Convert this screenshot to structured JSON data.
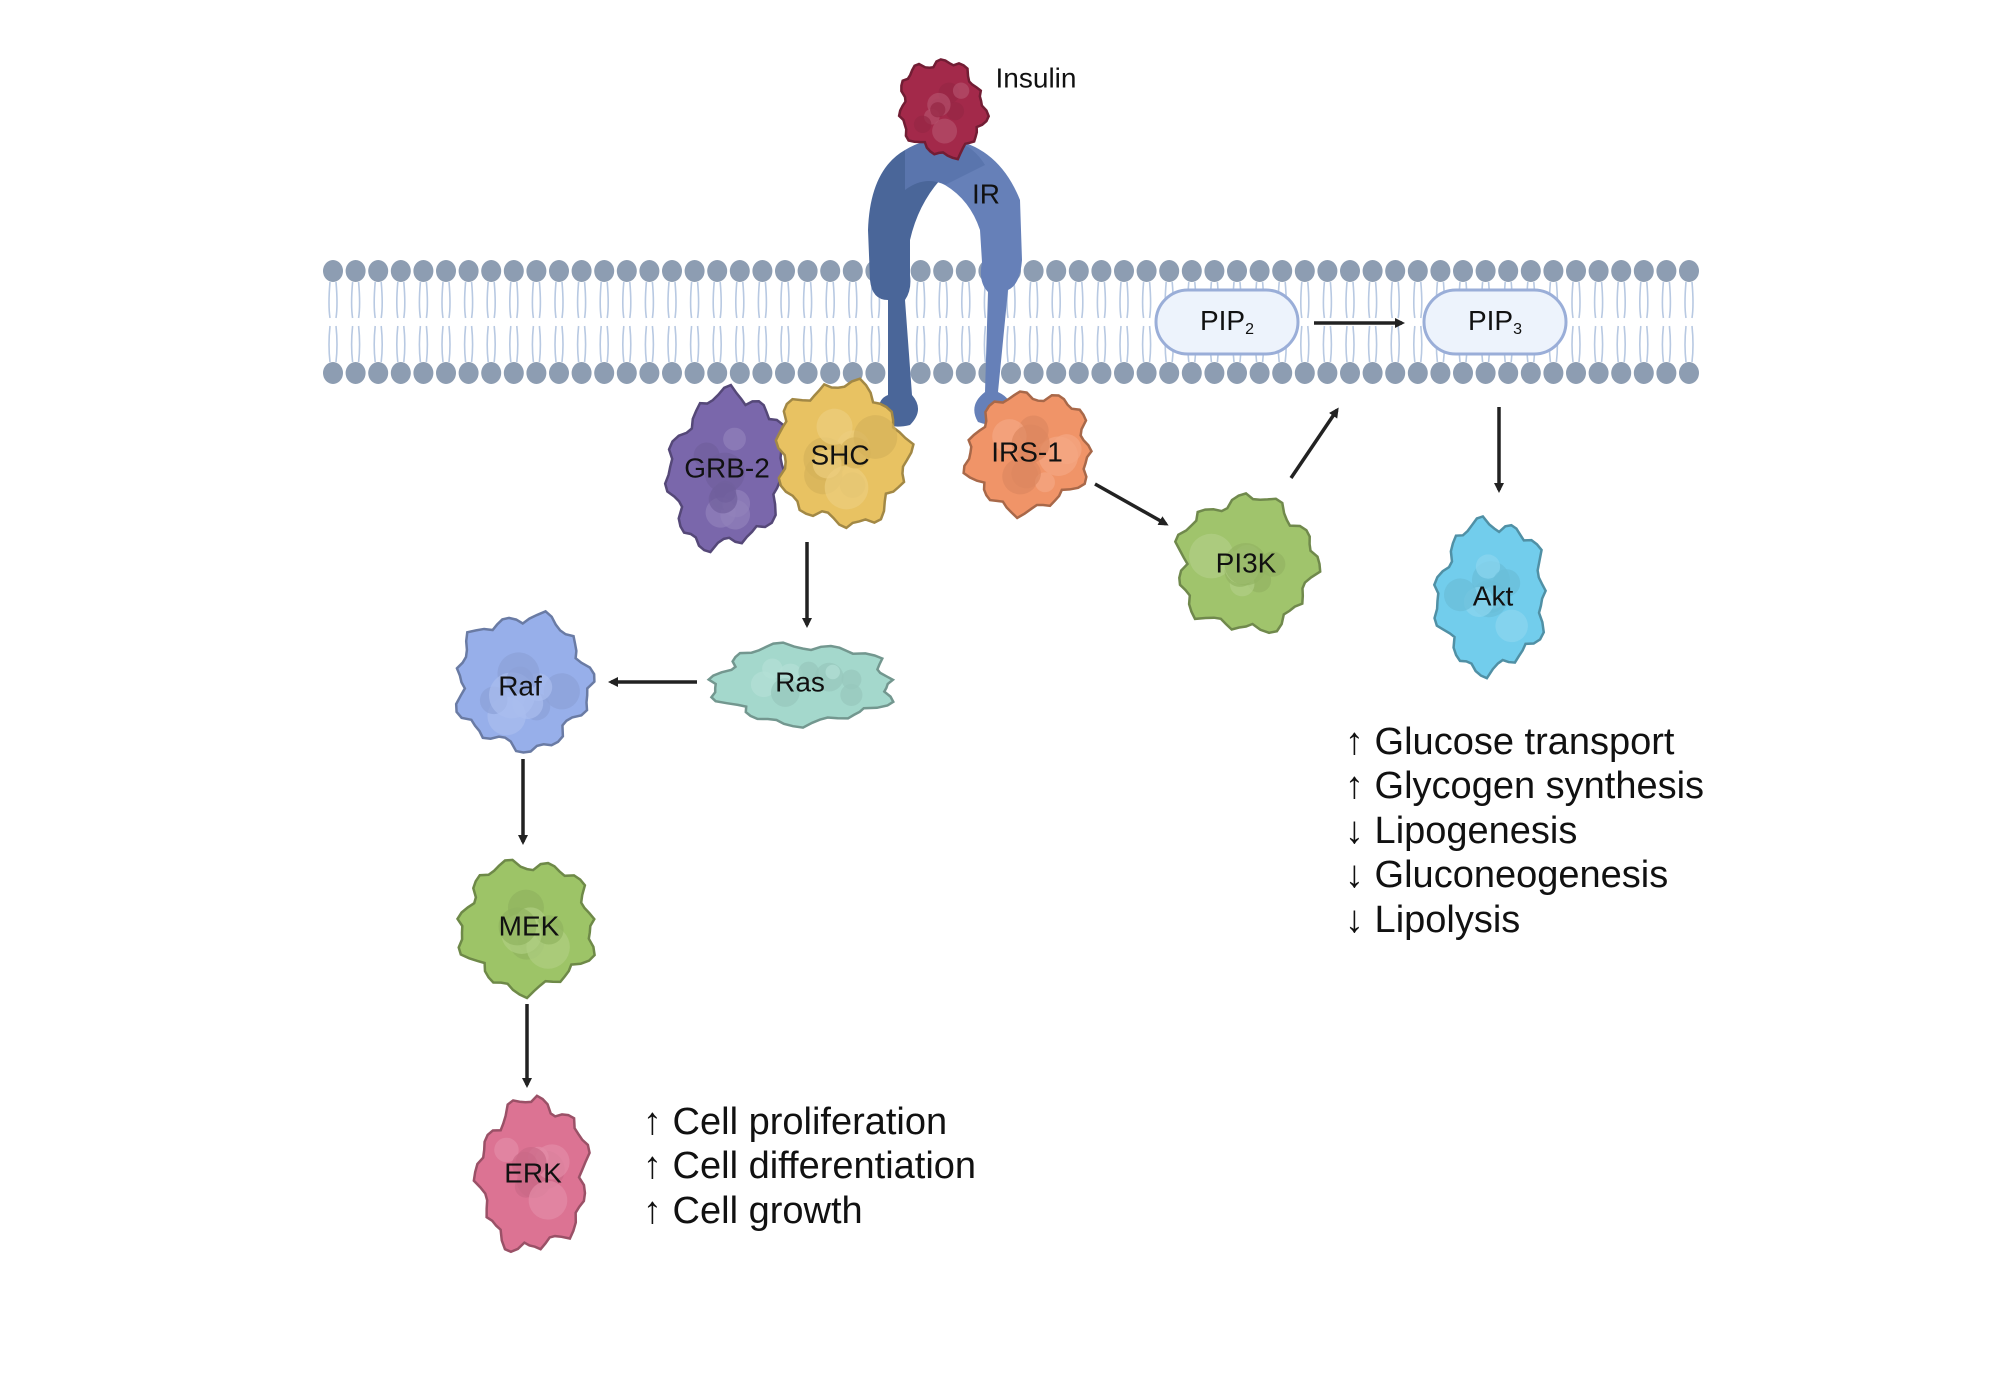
{
  "labels": {
    "insulin": "Insulin",
    "ir": "IR",
    "pip2": "PIP",
    "pip2_sub": "2",
    "pip3": "PIP",
    "pip3_sub": "3",
    "grb2": "GRB-2",
    "shc": "SHC",
    "irs1": "IRS-1",
    "pi3k": "PI3K",
    "akt": "Akt",
    "ras": "Ras",
    "raf": "Raf",
    "mek": "MEK",
    "erk": "ERK"
  },
  "akt_effects": [
    "↑ Glucose transport",
    "↑ Glycogen synthesis",
    "↓ Lipogenesis",
    "↓ Gluconeogenesis",
    "↓ Lipolysis"
  ],
  "erk_effects": [
    "↑ Cell proliferation",
    "↑ Cell differentiation",
    "↑ Cell growth"
  ],
  "colors": {
    "insulin": "#a3294a",
    "ir": "#6680b8",
    "ir_dark": "#4a6699",
    "grb2": "#7a67ab",
    "shc": "#e8c262",
    "irs1": "#f09468",
    "pi3k": "#a0c46c",
    "akt": "#72cdec",
    "ras": "#a4d8cc",
    "raf": "#97afea",
    "mek": "#9dc467",
    "erk": "#dc7393",
    "membrane_head": "#8d9db2",
    "membrane_tail": "#b8c9e2",
    "pip_fill": "#edf3fc",
    "pip_stroke": "#9aaed8"
  }
}
